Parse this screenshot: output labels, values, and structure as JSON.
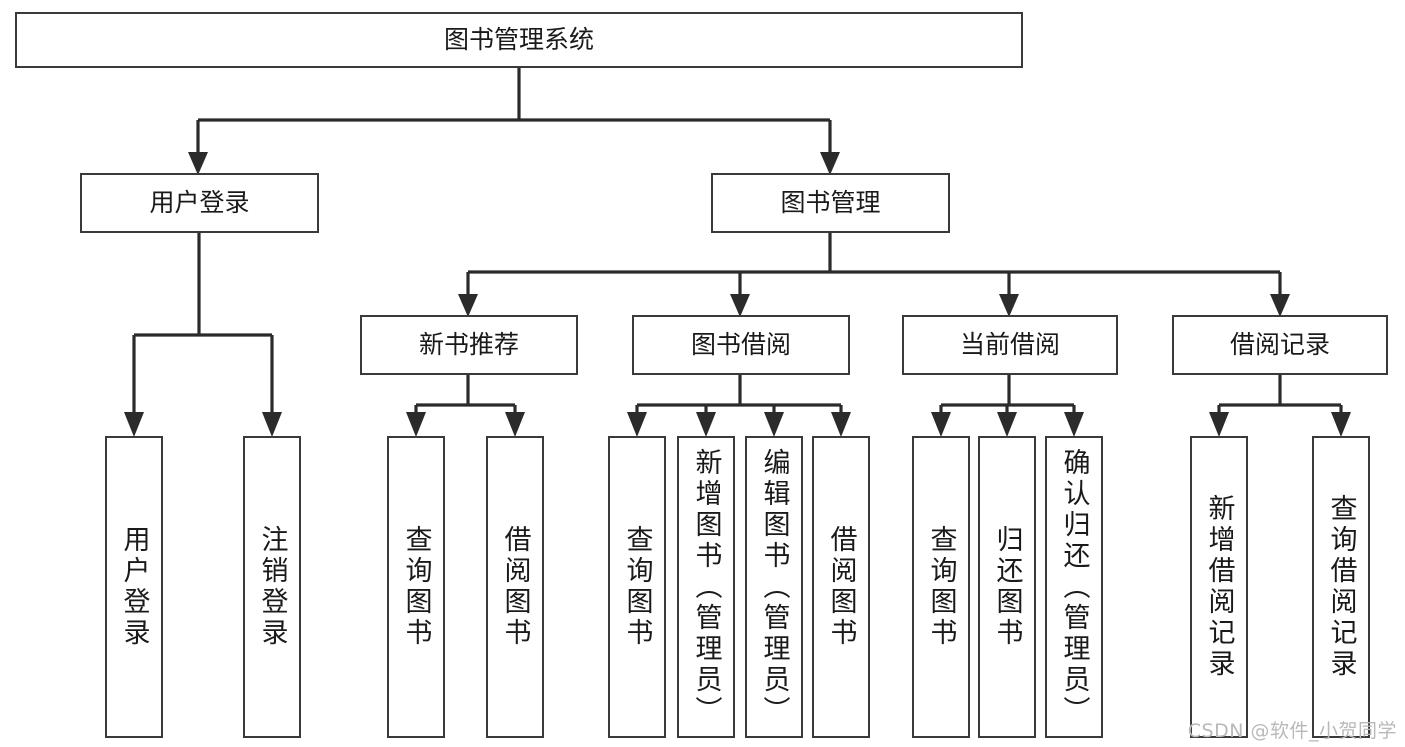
{
  "diagram": {
    "title": "图书管理系统",
    "type": "tree-hierarchy-diagram",
    "colors": {
      "box_border": "#3a3a3a",
      "box_fill": "#ffffff",
      "connector": "#2b2b2b",
      "text": "#1a1a1a",
      "watermark": "#b9b9b9"
    },
    "root": {
      "label": "图书管理系统"
    },
    "level2": [
      {
        "id": "user-login",
        "label": "用户登录"
      },
      {
        "id": "book-management",
        "label": "图书管理"
      }
    ],
    "level3": [
      {
        "id": "new-book-recommend",
        "label": "新书推荐"
      },
      {
        "id": "book-borrow",
        "label": "图书借阅"
      },
      {
        "id": "current-borrow",
        "label": "当前借阅"
      },
      {
        "id": "borrow-record",
        "label": "借阅记录"
      }
    ],
    "leaves": {
      "user_login": [
        {
          "id": "leaf-user-login",
          "label": "用户登录"
        },
        {
          "id": "leaf-logout-login",
          "label": "注销登录"
        }
      ],
      "new_book_recommend": [
        {
          "id": "leaf-query-book-1",
          "label": "查询图书"
        },
        {
          "id": "leaf-borrow-book-1",
          "label": "借阅图书"
        }
      ],
      "book_borrow": [
        {
          "id": "leaf-query-book-2",
          "label": "查询图书"
        },
        {
          "id": "leaf-add-book",
          "label": "新增图书（管理员）"
        },
        {
          "id": "leaf-edit-book",
          "label": "编辑图书（管理员）"
        },
        {
          "id": "leaf-borrow-book-2",
          "label": "借阅图书"
        }
      ],
      "current_borrow": [
        {
          "id": "leaf-query-book-3",
          "label": "查询图书"
        },
        {
          "id": "leaf-return-book",
          "label": "归还图书"
        },
        {
          "id": "leaf-confirm-return",
          "label": "确认归还（管理员）"
        }
      ],
      "borrow_record": [
        {
          "id": "leaf-add-record",
          "label": "新增借阅记录"
        },
        {
          "id": "leaf-query-record",
          "label": "查询借阅记录"
        }
      ]
    }
  },
  "watermark": {
    "text": "CSDN @软件_小贺同学"
  }
}
